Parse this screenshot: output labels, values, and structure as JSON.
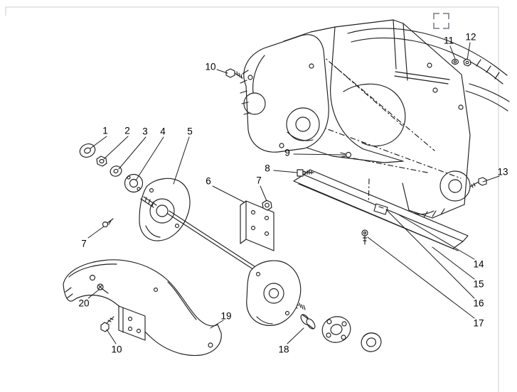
{
  "viewer": {
    "background": "#ffffff",
    "frame_color": "#dedede",
    "icon_color": "#969ba1",
    "fullscreen_icon": "corner-brackets"
  },
  "diagram": {
    "kind": "exploded-parts-diagram",
    "line_color": "#1f1f1f",
    "label_color": "#000000",
    "callouts": [
      {
        "label": "1"
      },
      {
        "label": "2"
      },
      {
        "label": "3"
      },
      {
        "label": "4"
      },
      {
        "label": "5"
      },
      {
        "label": "6"
      },
      {
        "label": "7"
      },
      {
        "label": "7"
      },
      {
        "label": "8"
      },
      {
        "label": "9"
      },
      {
        "label": "10"
      },
      {
        "label": "10"
      },
      {
        "label": "11"
      },
      {
        "label": "12"
      },
      {
        "label": "13"
      },
      {
        "label": "14"
      },
      {
        "label": "15"
      },
      {
        "label": "16"
      },
      {
        "label": "17"
      },
      {
        "label": "18"
      },
      {
        "label": "19"
      },
      {
        "label": "20"
      }
    ]
  }
}
